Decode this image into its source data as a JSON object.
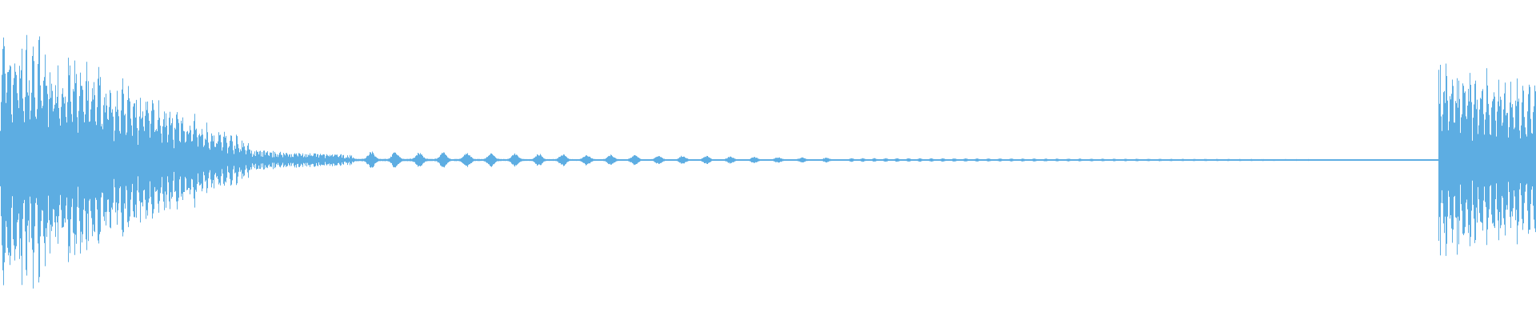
{
  "waveform": {
    "color": "#5dade2",
    "background": "#ffffff",
    "segments": [
      {
        "start": 0.0,
        "end": 0.163,
        "amp_start": 0.98,
        "amp_end": 0.12,
        "texture": "dense-beats"
      },
      {
        "start": 0.163,
        "end": 0.23,
        "amp_start": 0.07,
        "amp_end": 0.035,
        "texture": "noise"
      },
      {
        "start": 0.23,
        "end": 0.55,
        "amp_start": 0.06,
        "amp_end": 0.015,
        "texture": "pulses"
      },
      {
        "start": 0.55,
        "end": 0.93,
        "amp_start": 0.012,
        "amp_end": 0.004,
        "texture": "tiny-pulses"
      },
      {
        "start": 0.93,
        "end": 0.936,
        "amp_start": 0.004,
        "amp_end": 0.004,
        "texture": "flat"
      },
      {
        "start": 0.936,
        "end": 1.0,
        "amp_start": 0.72,
        "amp_end": 0.55,
        "texture": "dense-beats"
      }
    ]
  }
}
